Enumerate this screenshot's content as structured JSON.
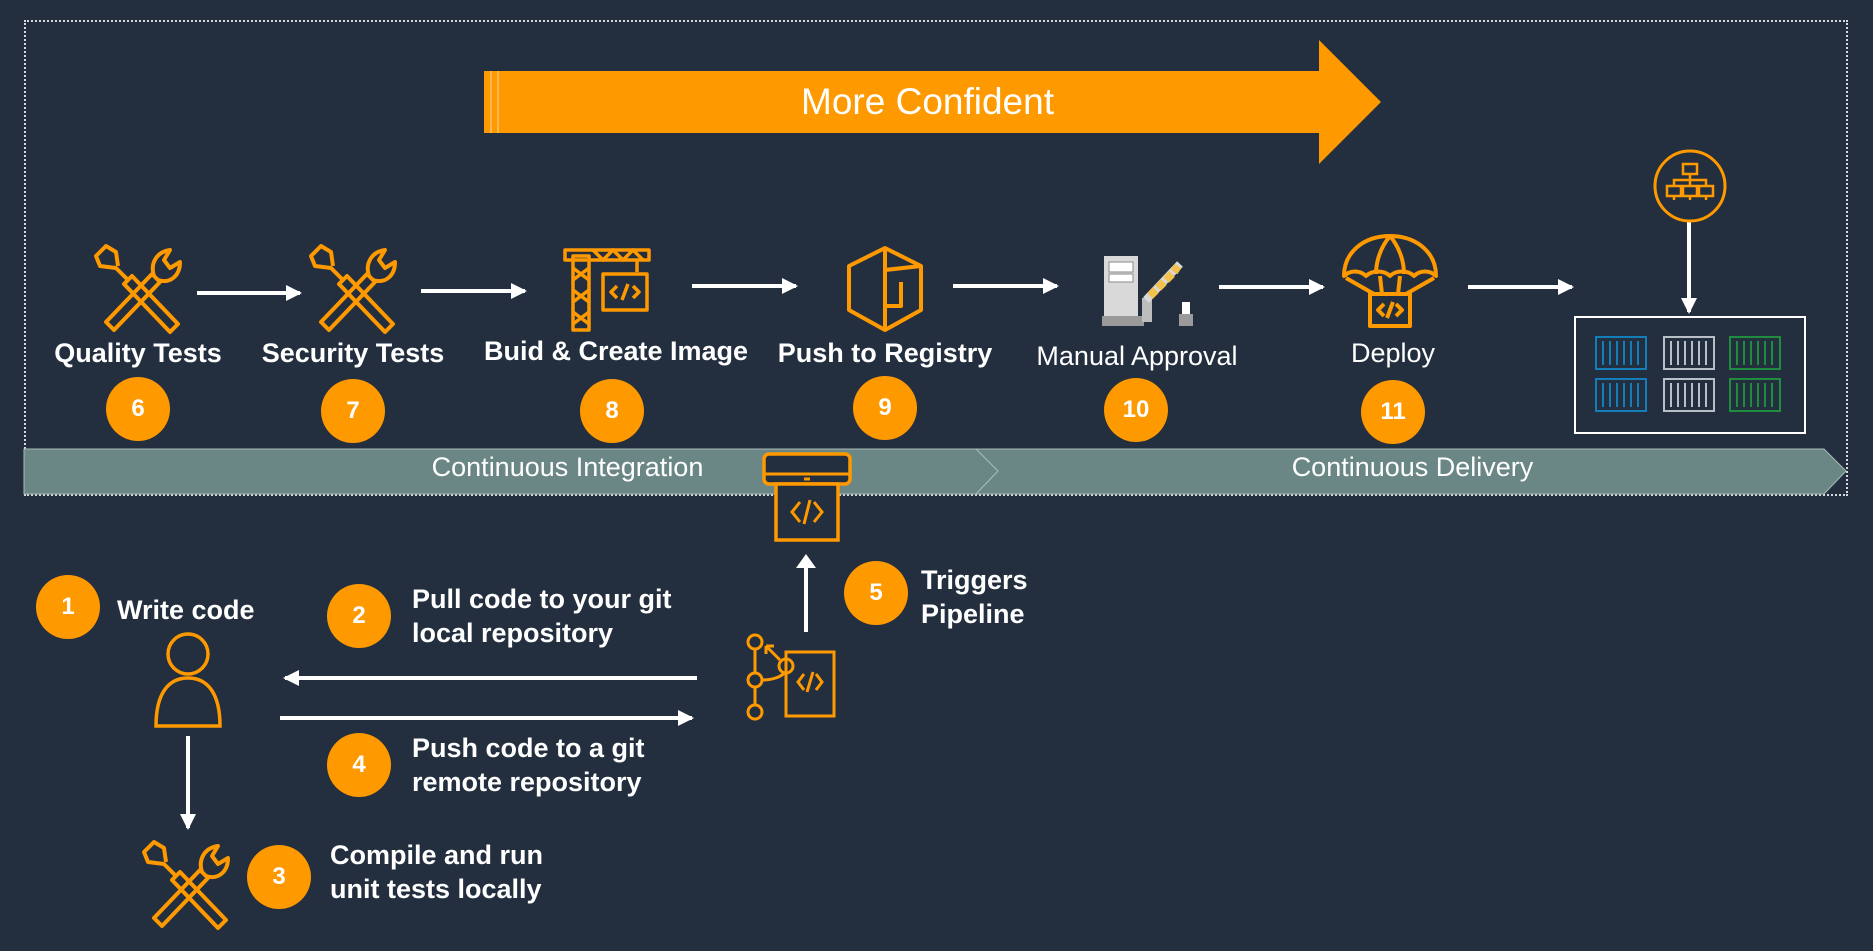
{
  "banner": {
    "label": "More Confident"
  },
  "stages": [
    {
      "label": "Quality Tests",
      "number": "6",
      "icon": "tools-icon"
    },
    {
      "label": "Security Tests",
      "number": "7",
      "icon": "tools-icon"
    },
    {
      "label": "Buid & Create Image",
      "number": "8",
      "icon": "crane-code-icon"
    },
    {
      "label": "Push to Registry",
      "number": "9",
      "icon": "registry-cube-icon"
    },
    {
      "label": "Manual Approval",
      "number": "10",
      "icon": "approval-gate-icon"
    },
    {
      "label": "Deploy",
      "number": "11",
      "icon": "parachute-deploy-icon"
    }
  ],
  "bands": {
    "ci": "Continuous Integration",
    "cd": "Continuous Delivery"
  },
  "local_steps": {
    "write": {
      "number": "1",
      "label": "Write code"
    },
    "pull": {
      "number": "2",
      "line1": "Pull code to your git",
      "line2": "local repository"
    },
    "compile": {
      "number": "3",
      "line1": "Compile and run",
      "line2": "unit tests locally"
    },
    "push": {
      "number": "4",
      "line1": "Push code to a git",
      "line2": "remote repository"
    },
    "trigger": {
      "number": "5",
      "line1": "Triggers",
      "line2": "Pipeline"
    }
  },
  "colors": {
    "background": "#232f3e",
    "accent": "#ff9900",
    "band": "#6b8785",
    "container_blue": "#147eba",
    "container_gray": "#b8bfc6",
    "container_green": "#1e8e3e"
  }
}
